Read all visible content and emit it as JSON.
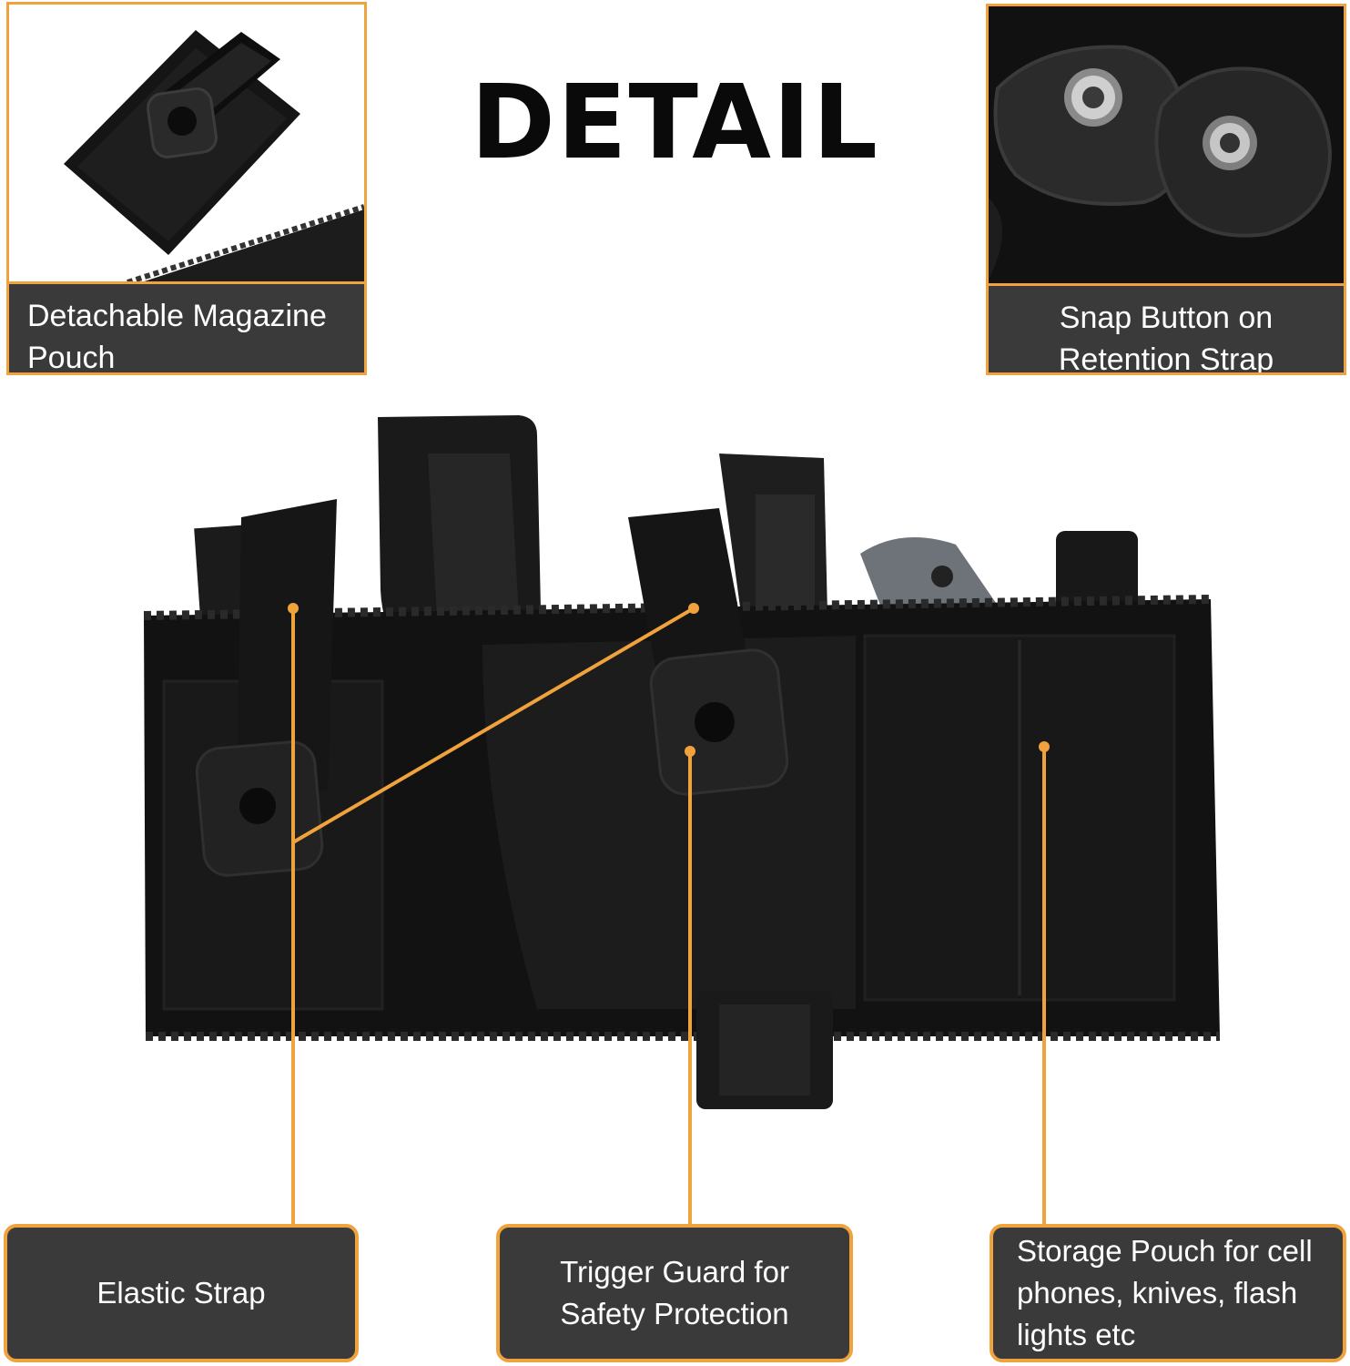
{
  "heading": "DETAIL",
  "detail_boxes": {
    "magazine_pouch": {
      "label": "Detachable Magazine\nPouch",
      "icon": "magazine-pouch-photo"
    },
    "snap_button": {
      "label": "Snap Button on\nRetention Strap",
      "icon": "snap-button-photo"
    }
  },
  "callouts": {
    "elastic_strap": "Elastic Strap",
    "trigger_guard": "Trigger Guard for\nSafety Protection",
    "storage_pouch": "Storage Pouch for cell\nphones, knives, flash\n lights etc"
  },
  "colors": {
    "accent": "#f0a23c",
    "caption_bg": "#3a3a3a",
    "product": "#141414"
  }
}
